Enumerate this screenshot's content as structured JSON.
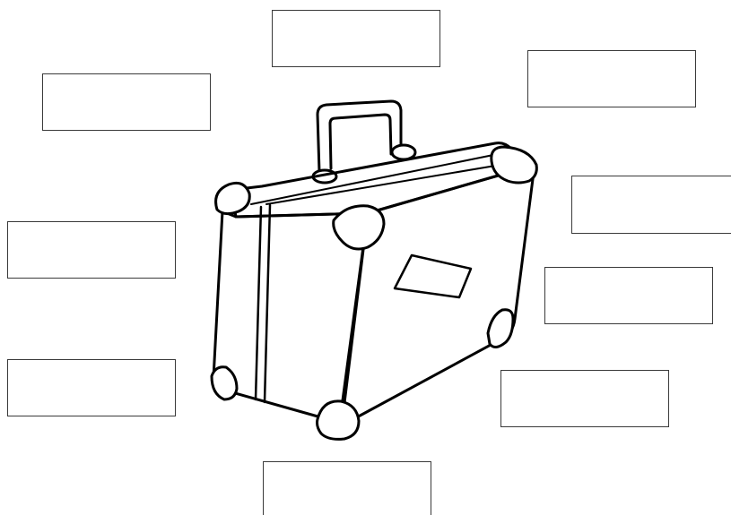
{
  "worksheet": {
    "illustration": "suitcase",
    "line_color": "#000000",
    "box_border_color": "#3a3a3a",
    "background_color": "#ffffff",
    "label_boxes": [
      {
        "id": "top-center",
        "value": ""
      },
      {
        "id": "top-left",
        "value": ""
      },
      {
        "id": "top-right",
        "value": ""
      },
      {
        "id": "right-upper",
        "value": ""
      },
      {
        "id": "left-middle",
        "value": ""
      },
      {
        "id": "right-middle",
        "value": ""
      },
      {
        "id": "left-lower",
        "value": ""
      },
      {
        "id": "right-lower",
        "value": ""
      },
      {
        "id": "bottom-center",
        "value": ""
      }
    ]
  }
}
